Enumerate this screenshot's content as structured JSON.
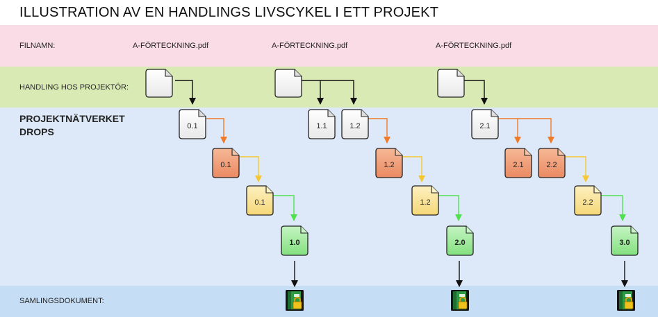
{
  "title": "ILLUSTRATION AV EN HANDLINGS LIVSCYKEL I ETT PROJEKT",
  "rows": {
    "filnamn": "FILNAMN:",
    "handling": "HANDLING HOS PROJEKTÖR:",
    "drops_line1": "PROJEKTNÄTVERKET",
    "drops_line2": "DROPS",
    "samling": "SAMLINGSDOKUMENT:"
  },
  "filenames": [
    "A-FÖRTECKNING.pdf",
    "A-FÖRTECKNING.pdf",
    "A-FÖRTECKNING.pdf"
  ],
  "colors": {
    "band_filnamn": "#f9dce6",
    "band_handling": "#d9eab5",
    "band_drops": "#dde9f8",
    "band_samling": "#c6def5",
    "doc_white": "#ffffff",
    "doc_orange": "#f0a07a",
    "doc_yellow": "#fae6a0",
    "doc_green": "#a6eca4",
    "arrow_orange": "#f07a28",
    "arrow_yellow": "#f5c830",
    "arrow_green": "#50e050",
    "arrow_black": "#111111"
  },
  "docs": {
    "c1_white": "0.1",
    "c1_orange": "0.1",
    "c1_yellow": "0.1",
    "c1_green": "1.0",
    "c2_white_a": "1.1",
    "c2_white_b": "1.2",
    "c2_orange": "1.2",
    "c2_yellow": "1.2",
    "c2_green": "2.0",
    "c3_white": "2.1",
    "c3_orange_a": "2.1",
    "c3_orange_b": "2.2",
    "c3_yellow": "2.2",
    "c3_green": "3.0"
  },
  "icons": {
    "handling_doc": "blank-document-icon",
    "archive": "locked-binder-icon"
  }
}
